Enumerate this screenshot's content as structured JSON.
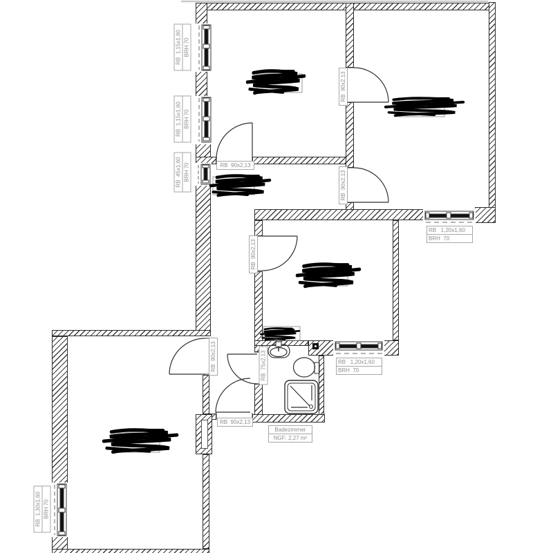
{
  "drawing": {
    "kind_label": "floor-plan",
    "colors": {
      "line": "#2f2f2f",
      "wall_hatch": "#3c3c3c",
      "label_text": "#8e8e8e",
      "label_border": "#a6a6a6",
      "dimension_line": "#c9c9c9",
      "scribble": "#000000"
    }
  },
  "windows": [
    {
      "size": "RB  1,15x1,60",
      "sill": "BRH 70"
    },
    {
      "size": "RB  1,15x1,60",
      "sill": "BRH 70"
    },
    {
      "size": "RB  45x1,60",
      "sill": "BRH 70"
    },
    {
      "size": "RB   1,20x1,60",
      "sill": "BRH  70"
    },
    {
      "size": "RB   1,20x1,60",
      "sill": "BRH  70"
    },
    {
      "size": "RB  1,30x1,60",
      "sill": "BRH 70"
    }
  ],
  "doors": [
    {
      "text": "RB  90x2,13"
    },
    {
      "text": "RB  90x2,13"
    },
    {
      "text": "RB  90x2,13"
    },
    {
      "text": "RB  90x2,13"
    },
    {
      "text": "RB  90x2,13"
    },
    {
      "text": "RB  75x2,13"
    },
    {
      "text": "RB  90x2,13"
    }
  ],
  "bathroom": {
    "name": "Badezimmer",
    "area": "NGF: 2,27 m²"
  }
}
